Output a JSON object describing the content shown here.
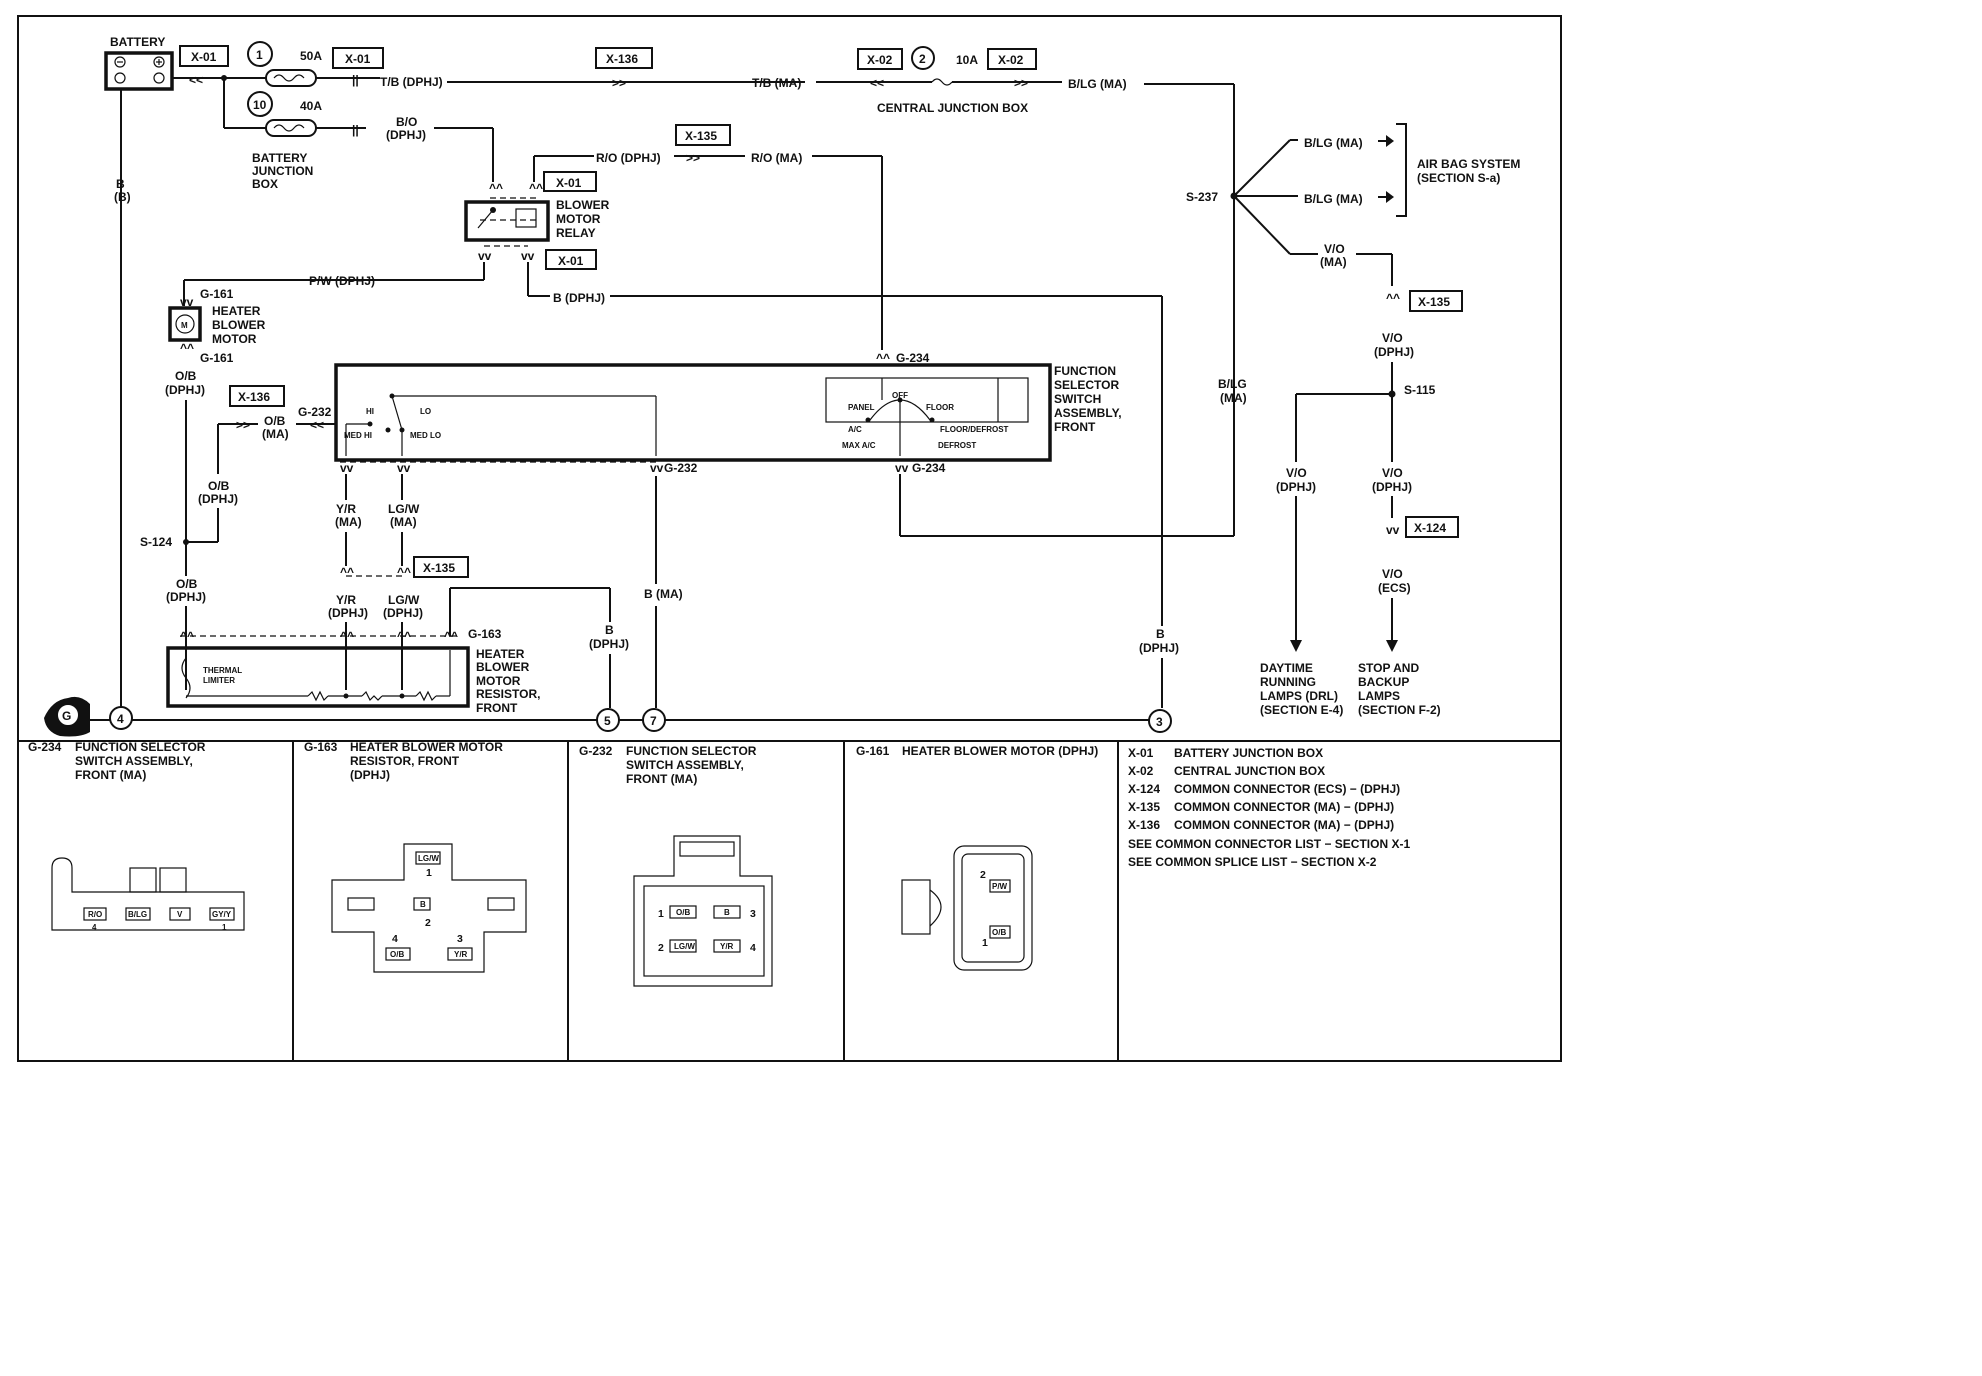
{
  "battery": {
    "label": "BATTERY",
    "wire": "B",
    "wire_sub": "(B)"
  },
  "fuses": [
    {
      "num": "1",
      "rating": "50A"
    },
    {
      "num": "10",
      "rating": "40A"
    },
    {
      "num": "2",
      "rating": "10A"
    }
  ],
  "connectors": {
    "x01": "X-01",
    "x02": "X-02",
    "x124": "X-124",
    "x135": "X-135",
    "x136": "X-136"
  },
  "battery_junction_box": [
    "BATTERY",
    "JUNCTION",
    "BOX"
  ],
  "central_junction_box": "CENTRAL JUNCTION BOX",
  "wires": {
    "tb_dphj": "T/B (DPHJ)",
    "tb_ma": "T/B (MA)",
    "blg_ma": "B/LG  (MA)",
    "bo": "B/O",
    "bo_sub": "(DPHJ)",
    "ro_dphj": "R/O (DPHJ)",
    "ro_ma": "R/O (MA)",
    "pw_dphj": "P/W (DPHJ)",
    "b_dphj": "B (DPHJ)",
    "ob": "O/B",
    "ob_dphj": "(DPHJ)",
    "ob_ma": "O/B",
    "ob_ma_sub": "(MA)",
    "ob2": "O/B",
    "ob2_sub": "(DPHJ)",
    "ob3": "O/B",
    "ob3_sub": "(DPHJ)",
    "yr_ma": "Y/R",
    "yr_ma_sub": "(MA)",
    "lgw_ma": "LG/W",
    "lgw_ma_sub": "(MA)",
    "yr_dphj": "Y/R",
    "yr_dphj_sub": "(DPHJ)",
    "lgw_dphj": "LG/W",
    "lgw_dphj_sub": "(DPHJ)",
    "b_ma": "B (MA)",
    "b_dphj2": "B",
    "b_dphj2_sub": "(DPHJ)",
    "b_dphj3": "B",
    "b_dphj3_sub": "(DPHJ)",
    "blg_ma1": "B/LG  (MA)",
    "blg_ma2": "B/LG  (MA)",
    "blg_v": "B/LG",
    "blg_v_sub": "(MA)",
    "vo_ma": "V/O",
    "vo_ma_sub": "(MA)",
    "vo_dphj": "V/O",
    "vo_dphj_sub": "(DPHJ)",
    "vo_dphj2": "V/O",
    "vo_dphj2_sub": "(DPHJ)",
    "vo_dphj3": "V/O",
    "vo_dphj3_sub": "(DPHJ)",
    "vo_ecs": "V/O",
    "vo_ecs_sub": "(ECS)"
  },
  "splices": {
    "s237": "S-237",
    "s115": "S-115",
    "s124": "S-124"
  },
  "grounds": {
    "g161a": "G-161",
    "g161b": "G-161",
    "g234a": "G-234",
    "g234b": "G-234",
    "g232a": "G-232",
    "g232b": "G-232",
    "g163": "G-163"
  },
  "blower_relay": [
    "BLOWER",
    "MOTOR",
    "RELAY"
  ],
  "heater_blower_motor": [
    "HEATER",
    "BLOWER",
    "MOTOR"
  ],
  "motor_symbol": "M",
  "function_selector": [
    "FUNCTION",
    "SELECTOR",
    "SWITCH",
    "ASSEMBLY,",
    "FRONT"
  ],
  "switch_positions": {
    "hi": "HI",
    "lo": "LO",
    "med_hi": "MED HI",
    "med_lo": "MED LO",
    "panel": "PANEL",
    "off": "OFF",
    "floor": "FLOOR",
    "ac": "A/C",
    "floor_defrost": "FLOOR/DEFROST",
    "max_ac": "MAX A/C",
    "defrost": "DEFROST"
  },
  "resistor": [
    "HEATER",
    "BLOWER",
    "MOTOR",
    "RESISTOR,",
    "FRONT"
  ],
  "thermal_limiter": [
    "THERMAL",
    "LIMITER"
  ],
  "air_bag": [
    "AIR BAG SYSTEM",
    "(SECTION S-a)"
  ],
  "drl": [
    "DAYTIME",
    "RUNNING",
    "LAMPS (DRL)",
    "(SECTION E-4)"
  ],
  "stop_lamps": [
    "STOP AND",
    "BACKUP",
    "LAMPS",
    "(SECTION F-2)"
  ],
  "ground_symbol": "G",
  "ground_nodes": [
    "4",
    "5",
    "7",
    "3"
  ],
  "panels": {
    "g234": {
      "id": "G-234",
      "title": [
        "FUNCTION SELECTOR",
        "SWITCH ASSEMBLY,",
        "FRONT (MA)"
      ],
      "pins": [
        "R/O",
        "B/LG",
        "V",
        "GY/Y"
      ],
      "pin_nums": [
        "4",
        "1"
      ]
    },
    "g163": {
      "id": "G-163",
      "title": [
        "HEATER BLOWER MOTOR",
        "RESISTOR, FRONT",
        "(DPHJ)"
      ],
      "pins": [
        "LG/W",
        "B",
        "O/B",
        "Y/R"
      ],
      "pin_nums": [
        "1",
        "2",
        "4",
        "3"
      ]
    },
    "g232": {
      "id": "G-232",
      "title": [
        "FUNCTION SELECTOR",
        "SWITCH ASSEMBLY,",
        "FRONT (MA)"
      ],
      "pins": [
        "O/B",
        "B",
        "LG/W",
        "Y/R"
      ],
      "pin_nums": [
        "1",
        "3",
        "2",
        "4"
      ]
    },
    "g161": {
      "id": "G-161",
      "title": [
        "HEATER BLOWER MOTOR (DPHJ)"
      ],
      "pins": [
        "P/W",
        "O/B"
      ],
      "pin_nums": [
        "2",
        "1"
      ]
    }
  },
  "legend": [
    {
      "code": "X-01",
      "text": "BATTERY JUNCTION BOX"
    },
    {
      "code": "X-02",
      "text": "CENTRAL JUNCTION BOX"
    },
    {
      "code": "X-124",
      "text": "COMMON CONNECTOR (ECS) − (DPHJ)"
    },
    {
      "code": "X-135",
      "text": "COMMON CONNECTOR (MA) − (DPHJ)"
    },
    {
      "code": "X-136",
      "text": "COMMON CONNECTOR (MA) − (DPHJ)"
    }
  ],
  "legend_notes": [
    "SEE COMMON CONNECTOR LIST − SECTION X-1",
    "SEE COMMON SPLICE LIST − SECTION X-2"
  ]
}
